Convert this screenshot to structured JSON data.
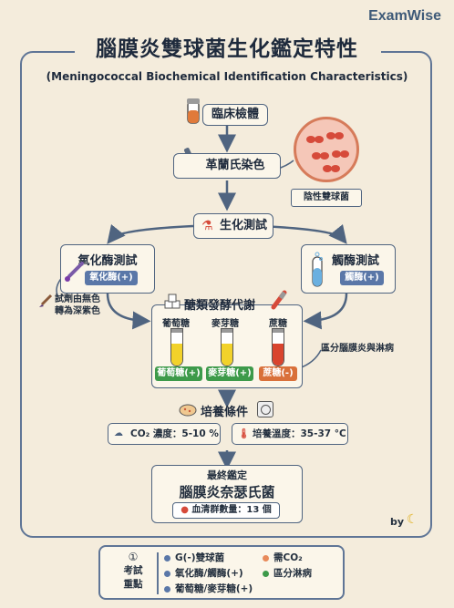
{
  "brand": "ExamWise",
  "title": "腦膜炎雙球菌生化鑑定特性",
  "subtitle": "(Meningococcal Biochemical Identification Characteristics)",
  "steps": {
    "specimen": "臨床檢體",
    "gram_stain": "革蘭氏染色",
    "gram_result": "陰性雙球菌",
    "biochem": "生化測試",
    "oxidase_title": "氧化酶測試",
    "oxidase_tag": "氧化酶(+)",
    "oxidase_note": "試劑由無色\n轉為深紫色",
    "catalase_title": "觸酶測試",
    "catalase_tag": "觸酶(+)",
    "ferment_title": "醣類發酵代謝",
    "differentiate_note": "區分腦膜炎與淋病",
    "culture_title": "培養條件",
    "co2_condition": "CO₂ 濃度：5-10 %",
    "temp_condition": "培養溫度：35-37 °C",
    "final_title": "最終鑑定",
    "final_name": "腦膜炎奈瑟氏菌",
    "serogroups": "血清群數量：13 個"
  },
  "sugars": [
    {
      "name": "葡萄糖",
      "result": "葡萄糖(+)",
      "fill": "#f2d22a",
      "tag_color": "#3d9a4a"
    },
    {
      "name": "麥芽糖",
      "result": "麥芽糖(+)",
      "fill": "#f2d22a",
      "tag_color": "#3d9a4a"
    },
    {
      "name": "蔗糖",
      "result": "蔗糖(-)",
      "fill": "#d9442e",
      "tag_color": "#d9703a"
    }
  ],
  "signature": "by",
  "legend": {
    "number": "①",
    "heading_1": "考試",
    "heading_2": "重點",
    "items_left": [
      "G(-)雙球菌",
      "氧化酶/觸酶(+)",
      "葡萄糖/麥芽糖(+)"
    ],
    "items_right": [
      "需CO₂",
      "區分淋病"
    ]
  },
  "colors": {
    "accent": "#5f7596",
    "positive": "#3d9a4a",
    "negative": "#d9703a",
    "bacteria": "#d64a3a"
  }
}
